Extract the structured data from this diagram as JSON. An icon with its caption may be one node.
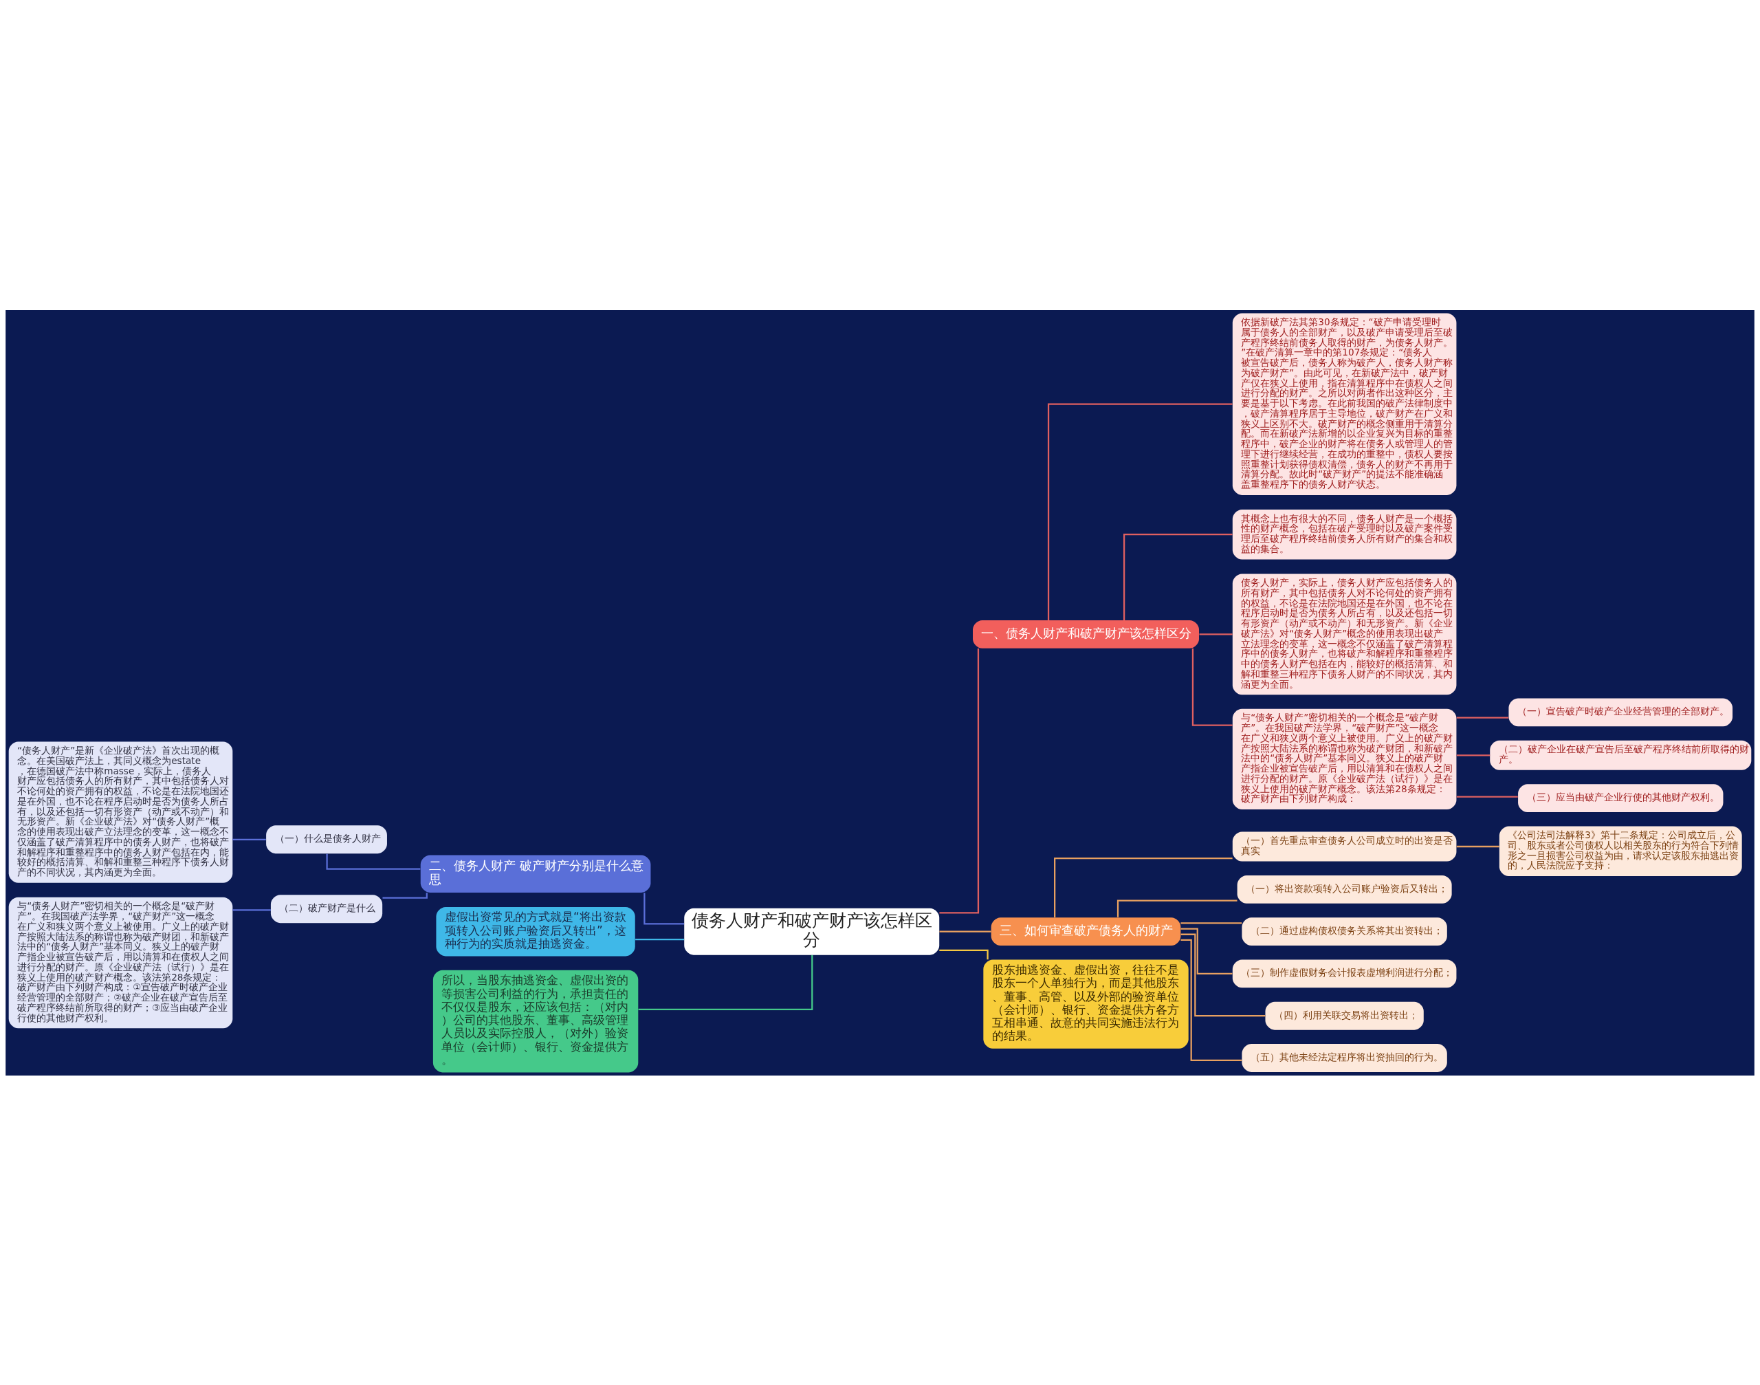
{
  "diagram": {
    "nodes": [
      {
        "text": [
          "债务人财产和破产财产该怎样区分"
        ]
      },
      {
        "text": [
          "一、债务人财产和破产财产该怎样区分"
        ]
      },
      {
        "text": [
          "依据新破产法其第30条规定：“破产申请受理时属于债务人的全部财产，以及破产申请受理后至破产程序终结前债务人取得的财产，为债务人财产。”在破产清算一章中的第107条规定：“债务人被宣告破产后，债务人称为破产人，债务人财产称为破产财产”。由此可见，在新破产法中，破产财产仅在狭义上使用，指在清算程序中在债权人之间进行分配的财产。之所以对两者作出这种区分，主要是基于以下考虑。在此前我国的破产法律制度中，破产清算程序居于主导地位，破产财产在广义和狭义上区别不大。破产财产的概念侧重用于清算分配。而在新破产法新增的以企业复兴为目标的重整程序中，破产企业的财产将在债务人或管理人的管理下进行继续经营，在成功的重整中，债权人要按照重整计划获得债权清偿，债务人的财产不再用于清算分配。故此时“破产财产”的提法不能准确涵盖重整程序下的债务人财产状态。"
        ]
      },
      {
        "text": [
          "其概念上也有很大的不同，债务人财产是一个概括性的财产概念，包括在破产受理时以及破产案件受理后至破产程序终结前债务人所有财产的集合和权益的集合。"
        ]
      },
      {
        "text": [
          "债务人财产，实际上，债务人财产应包括债务人的所有财产，其中包括债务人对不论何处的资产拥有的权益，不论是在法院地国还是在外国，也不论在程序启动时是否为债务人所占有，以及还包括一切有形资产（动产或不动产）和无形资产。新《企业破产法》对“债务人财产”概念的使用表现出破产立法理念的变革，这一概念不仅涵盖了破产清算程序中的债务人财产，也将破产和解程序和重整程序中的债务人财产包括在内，能较好的概括清算、和解和重整三种程序下债务人财产的不同状况，其内涵更为全面。"
        ]
      },
      {
        "text": [
          "与“债务人财产”密切相关的一个概念是“破产财产”。在我国破产法学界，“破产财产”这一概念在广义和狭义两个意义上被使用。广义上的破产财产按照大陆法系的称谓也称为破产财团，和新破产法中的“债务人财产”基本同义。狭义上的破产财产指企业被宣告破产后，用以清算和在债权人之间进行分配的财产。原《企业破产法（试行）》是在狭义上使用的破产财产概念。该法第28条规定：破产财产由下列财产构成："
        ]
      },
      {
        "text": [
          "（一）宣告破产时破产企业经营管理的全部财产。"
        ]
      },
      {
        "text": [
          "（二）破产企业在破产宣告后至破产程序终结前所取得的财产。"
        ]
      },
      {
        "text": [
          "（三）应当由破产企业行使的其他财产权利。"
        ]
      },
      {
        "text": [
          "二、债务人财产 破产财产分别是什么意思"
        ]
      },
      {
        "text": [
          "（一）什么是债务人财产"
        ]
      },
      {
        "text": [
          "“债务人财产”是新《企业破产法》首次出现的概念。在美国破产法上，其同义概念为estate，在德国破产法中称masse，实际上，债务人财产应包括债务人的所有财产，其中包括债务人对不论何处的资产拥有的权益，不论是在法院地国还是在外国，也不论在程序启动时是否为债务人所占有，以及还包括一切有形资产（动产或不动产）和无形资产。新《企业破产法》对“债务人财产”概念的使用表现出破产立法理念的变革，这一概念不仅涵盖了破产清算程序中的债务人财产，也将破产和解程序和重整程序中的债务人财产包括在内，能较好的概括清算、和解和重整三种程序下债务人财产的不同状况，其内涵更为全面。"
        ]
      },
      {
        "text": [
          "（二）破产财产是什么"
        ]
      },
      {
        "text": [
          "与“债务人财产”密切相关的一个概念是“破产财产”。在我国破产法学界，“破产财产”这一概念在广义和狭义两个意义上被使用。广义上的破产财产按照大陆法系的称谓也称为破产财团，和新破产法中的“债务人财产”基本同义。狭义上的破产财产指企业被宣告破产后，用以清算和在债权人之间进行分配的财产。原《企业破产法（试行）》是在狭义上使用的破产财产概念。该法第28条规定：破产财产由下列财产构成：①宣告破产时破产企业经营管理的全部财产；②破产企业在破产宣告后至破产程序终结前所取得的财产；③应当由破产企业行使的其他财产权利。"
        ]
      },
      {
        "text": [
          "虚假出资常见的方式就是“将出资款项转入公司账户验资后又转出”，这种行为的实质就是抽逃资金。"
        ]
      },
      {
        "text": [
          "所以，当股东抽逃资金、虚假出资的等损害公司利益的行为，承担责任的不仅仅是股东，还应该包括：（对内）公司的其他股东、董事、高级管理人员以及实际控股人，（对外）验资单位（会计师）、银行、资金提供方。"
        ]
      },
      {
        "text": [
          "三、如何审查破产债务人的财产"
        ]
      },
      {
        "text": [
          "（一）首先重点审查债务人公司成立时的出资是否真实"
        ]
      },
      {
        "text": [
          "《公司法司法解释3》第十二条规定：公司成立后，公司、股东或者公司债权人以相关股东的行为符合下列情形之一且损害公司权益为由，请求认定该股东抽逃出资的，人民法院应予支持："
        ]
      },
      {
        "text": [
          "（一）将出资款项转入公司账户验资后又转出；"
        ]
      },
      {
        "text": [
          "（二）通过虚构债权债务关系将其出资转出；"
        ]
      },
      {
        "text": [
          "（三）制作虚假财务会计报表虚增利润进行分配；"
        ]
      },
      {
        "text": [
          "（四）利用关联交易将出资转出；"
        ]
      },
      {
        "text": [
          "（五）其他未经法定程序将出资抽回的行为。"
        ]
      },
      {
        "text": [
          "股东抽逃资金、虚假出资，往往不是股东一个人单独行为，而是其他股东、董事、高管、以及外部的验资单位（会计师）、银行、资金提供方各方互相串通、故意的共同实施违法行为的结果。"
        ]
      }
    ],
    "edges": [
      {
        "from": 0,
        "to": 1,
        "arrow": "none"
      },
      {
        "from": 1,
        "to": 2,
        "arrow": "none"
      },
      {
        "from": 1,
        "to": 3,
        "arrow": "none"
      },
      {
        "from": 1,
        "to": 4,
        "arrow": "none"
      },
      {
        "from": 1,
        "to": 5,
        "arrow": "none"
      },
      {
        "from": 5,
        "to": 6,
        "arrow": "none"
      },
      {
        "from": 5,
        "to": 7,
        "arrow": "none"
      },
      {
        "from": 5,
        "to": 8,
        "arrow": "none"
      },
      {
        "from": 9,
        "to": 0,
        "arrow": "none",
        "color": "#5b6fd8"
      },
      {
        "from": 10,
        "to": 9,
        "arrow": "none",
        "color": "#5b6fd8"
      },
      {
        "from": 11,
        "to": 10,
        "arrow": "none",
        "color": "#5b6fd8"
      },
      {
        "from": 12,
        "to": 9,
        "arrow": "none",
        "color": "#5b6fd8"
      },
      {
        "from": 13,
        "to": 12,
        "arrow": "none",
        "color": "#5b6fd8"
      },
      {
        "from": 14,
        "to": 0,
        "arrow": "none",
        "color": "#3fb8e8"
      },
      {
        "from": 15,
        "to": 0,
        "arrow": "none",
        "color": "#45c98a"
      },
      {
        "from": 0,
        "to": 16,
        "arrow": "none",
        "color": "#e8a060"
      },
      {
        "from": 16,
        "to": 17,
        "arrow": "none",
        "color": "#e8a060"
      },
      {
        "from": 17,
        "to": 18,
        "arrow": "none",
        "color": "#e8a060"
      },
      {
        "from": 16,
        "to": 19,
        "arrow": "none",
        "color": "#e8a060"
      },
      {
        "from": 16,
        "to": 20,
        "arrow": "none",
        "color": "#e8a060"
      },
      {
        "from": 16,
        "to": 21,
        "arrow": "none",
        "color": "#e8a060"
      },
      {
        "from": 16,
        "to": 22,
        "arrow": "none",
        "color": "#e8a060"
      },
      {
        "from": 16,
        "to": 23,
        "arrow": "none",
        "color": "#e8a060"
      },
      {
        "from": 0,
        "to": 24,
        "arrow": "none",
        "color": "#f5c842"
      }
    ]
  }
}
